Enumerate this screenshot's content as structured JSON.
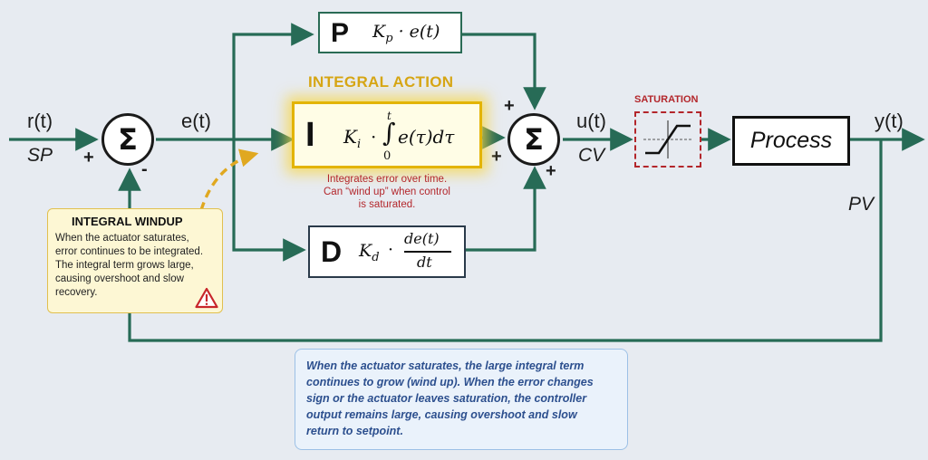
{
  "signals": {
    "r": "r(t)",
    "sp": "SP",
    "e": "e(t)",
    "u": "u(t)",
    "cv": "CV",
    "y": "y(t)",
    "pv": "PV"
  },
  "sum_symbol": "Σ",
  "signs": {
    "sum1_plus": "+",
    "sum1_minus": "-",
    "sum2_top": "+",
    "sum2_left": "+",
    "sum2_bottom": "+"
  },
  "blocks": {
    "p": {
      "letter": "P",
      "k": "K",
      "sub": "p",
      "expr": " · e(t)"
    },
    "i": {
      "letter": "I",
      "k": "K",
      "sub": "i",
      "dot": "·",
      "upper": "t",
      "lower": "0",
      "integral": "∫",
      "expr": "e(τ)dτ"
    },
    "d": {
      "letter": "D",
      "k": "K",
      "sub": "d",
      "dot": "·",
      "num": "de(t)",
      "den": "dt"
    }
  },
  "integral_action": {
    "title": "INTEGRAL ACTION",
    "desc": "Integrates error over time.\nCan “wind up” when control\nis saturated."
  },
  "saturation": {
    "title": "SATURATION"
  },
  "process": {
    "label": "Process"
  },
  "windup": {
    "title": "INTEGRAL WINDUP",
    "body": "When the actuator saturates,\nerror continues to be integrated.\nThe integral term grows large,\ncausing overshoot and slow\nrecovery.",
    "icon": "warning-icon"
  },
  "note": {
    "text": "When the actuator saturates, the large integral term\ncontinues to grow (wind up). When the error changes\nsign or the actuator leaves saturation, the controller\noutput remains large, causing overshoot and slow\nreturn to setpoint."
  },
  "colors": {
    "wire": "#276b56",
    "integral_border": "#e3b400",
    "integral_title": "#d6a514",
    "saturation": "#b3262b",
    "note_text": "#2c4f8e",
    "windup_bg": "#fdf7d4"
  }
}
